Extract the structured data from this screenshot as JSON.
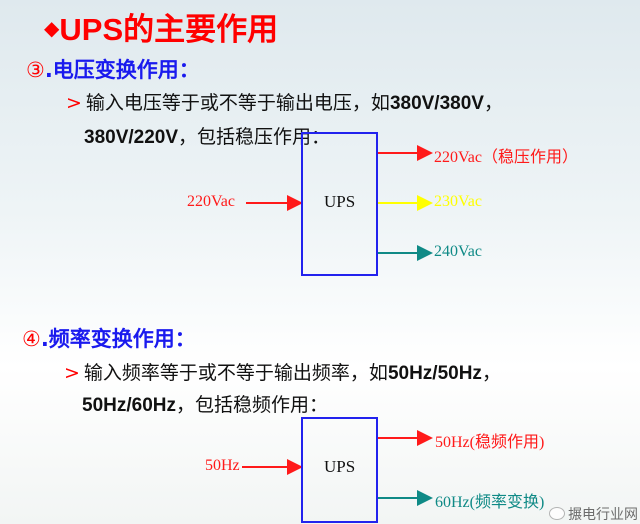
{
  "title": "UPS的主要作用",
  "title_bullet": "◆",
  "voltage": {
    "heading_num": "③",
    "heading": ".电压变换作用：",
    "bullet_marker": ">",
    "line1_text": "输入电压等于或不等于输出电压，如",
    "line1_bold": "380V/380V",
    "line1_end": "，",
    "line2_bold": "380V/220V",
    "line2_text": "，包括稳压作用：",
    "box_label": "UPS",
    "input_label": "220Vac",
    "outputs": [
      {
        "label": "220Vac（稳压作用）",
        "color": "#ff1a1a"
      },
      {
        "label": "230Vac",
        "color": "#ffff00"
      },
      {
        "label": "240Vac",
        "color": "#0f8a86"
      }
    ]
  },
  "frequency": {
    "heading_num": "④",
    "heading": ".频率变换作用：",
    "bullet_marker": ">",
    "line1_text": "输入频率等于或不等于输出频率，如",
    "line1_bold": "50Hz/50Hz",
    "line1_end": "，",
    "line2_bold": "50Hz/60Hz",
    "line2_text": "，包括稳频作用：",
    "box_label": "UPS",
    "input_label": "50Hz",
    "outputs": [
      {
        "label": "50Hz(稳频作用)",
        "color": "#ff1a1a"
      },
      {
        "label": "60Hz(频率变换)",
        "color": "#0f8a86"
      }
    ]
  },
  "watermark": "搌电行业网",
  "colors": {
    "red": "#ff1a1a",
    "yellow": "#ffff00",
    "teal": "#0f8a86",
    "box": "#2222ee"
  }
}
